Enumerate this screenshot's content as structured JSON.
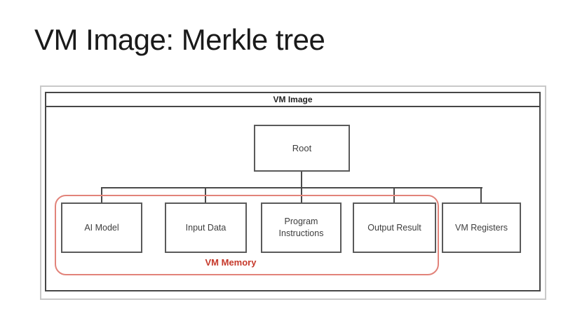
{
  "slide": {
    "title": "VM Image: Merkle tree"
  },
  "diagram": {
    "type": "tree",
    "container_label": "VM Image",
    "root": {
      "label": "Root"
    },
    "children": [
      {
        "label": "AI Model",
        "in_vm_memory": true
      },
      {
        "label": "Input Data",
        "in_vm_memory": true
      },
      {
        "label": "Program Instructions",
        "in_vm_memory": true
      },
      {
        "label": "Output Result",
        "in_vm_memory": true
      },
      {
        "label": "VM Registers",
        "in_vm_memory": false
      }
    ],
    "memory_group": {
      "label": "VM Memory"
    }
  },
  "colors": {
    "title_text": "#1a1a1a",
    "outer_frame_border": "#c9c9c9",
    "inner_frame_border": "#474747",
    "node_border": "#5a5a5a",
    "node_text": "#3d3d3d",
    "connector": "#4a4a4a",
    "memory_outline": "#e2837a",
    "memory_text": "#c6392b",
    "background": "#ffffff"
  }
}
